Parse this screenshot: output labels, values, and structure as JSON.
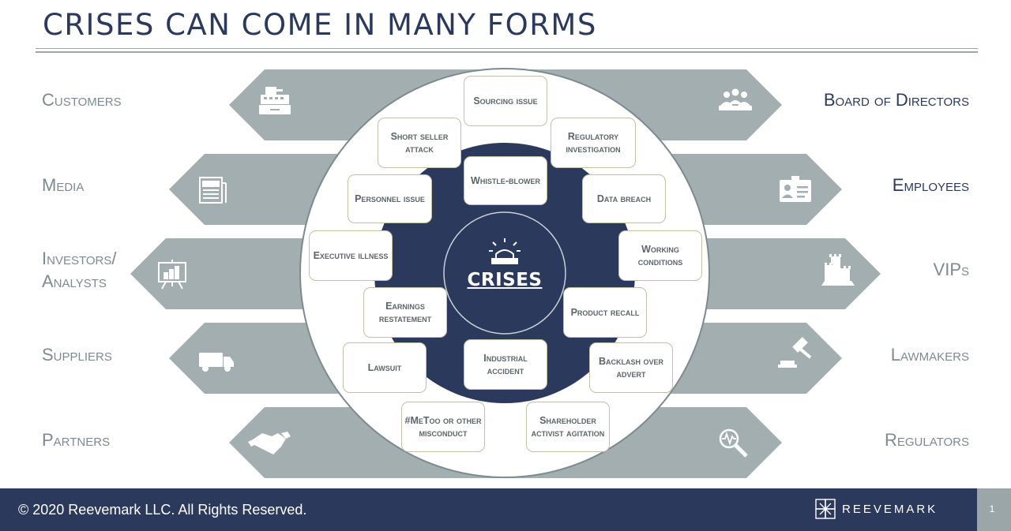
{
  "title": "CRISES CAN COME IN MANY FORMS",
  "stakeholders": {
    "left": [
      {
        "label": "Customers",
        "icon": "cash-register-icon"
      },
      {
        "label": "Media",
        "icon": "newspaper-icon"
      },
      {
        "label": "Investors/",
        "label2": "Analysts",
        "icon": "presentation-chart-icon"
      },
      {
        "label": "Suppliers",
        "icon": "truck-icon"
      },
      {
        "label": "Partners",
        "icon": "handshake-icon"
      }
    ],
    "right": [
      {
        "label": "Board of Directors",
        "icon": "meeting-group-icon"
      },
      {
        "label": "Employees",
        "icon": "id-badge-icon"
      },
      {
        "label": "VIPs",
        "icon": "castle-icon"
      },
      {
        "label": "Lawmakers",
        "icon": "gavel-icon"
      },
      {
        "label": "Regulators",
        "icon": "magnifier-icon"
      }
    ]
  },
  "center": {
    "label": "CRISES",
    "icon": "siren-icon"
  },
  "crises": {
    "sourcing": "Sourcing issue",
    "short_seller": "Short seller attack",
    "regulatory": "Regulatory investigation",
    "whistleblower": "Whistle-blower",
    "personnel": "Personnel issue",
    "data_breach": "Data breach",
    "executive": "Executive illness",
    "working": "Working conditions",
    "earnings": "Earnings restatement",
    "product_recall": "Product recall",
    "lawsuit": "Lawsuit",
    "industrial": "Industrial accident",
    "backlash": "Backlash over advert",
    "metoo": "#MeToo or other misconduct",
    "shareholder": "Shareholder activist agitation"
  },
  "footer": {
    "copyright": "© 2020 Reevemark LLC.  All Rights Reserved.",
    "brand": "REEVEMARK",
    "page": "1"
  },
  "colors": {
    "navy": "#2b3a5c",
    "gray": "#a3aeb1",
    "box_border": "#c3c0a8"
  }
}
